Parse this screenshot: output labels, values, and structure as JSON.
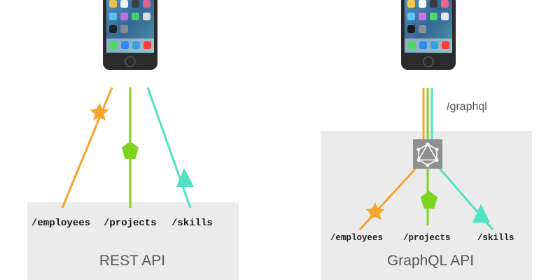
{
  "rest": {
    "box_label": "REST API",
    "endpoints": [
      "/employees",
      "/projects",
      "/skills"
    ]
  },
  "graphql": {
    "box_label": "GraphQL API",
    "endpoint": "/graphql",
    "fields": [
      "/employees",
      "/projects",
      "/skills"
    ]
  },
  "colors": {
    "employees": "#f5a62b",
    "projects": "#7ed321",
    "skills": "#50e3c2",
    "panel": "#ebebeb",
    "graphql_node": "#8f8f8f",
    "phone_body": "#2b2b2b"
  },
  "icons": {
    "employees": "star-icon",
    "projects": "pentagon-icon",
    "skills": "triangle-icon",
    "graphql": "graphql-logo-icon",
    "client": "smartphone-icon"
  }
}
